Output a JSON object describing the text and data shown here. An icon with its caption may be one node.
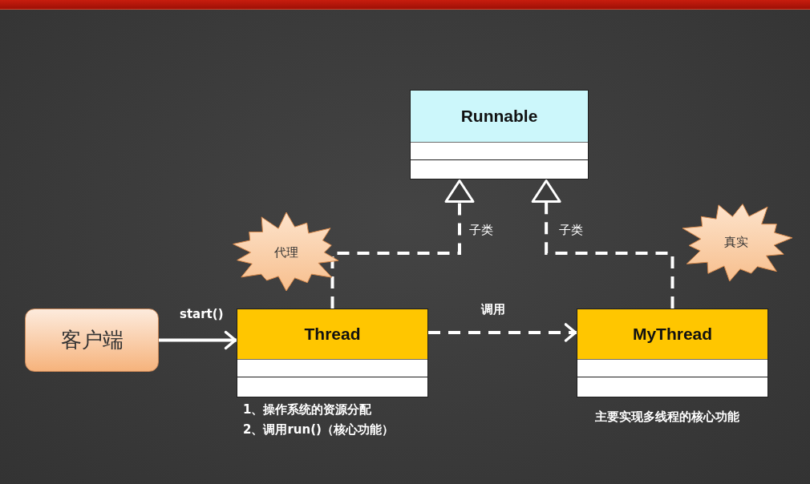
{
  "diagram": {
    "nodes": [
      {
        "text": [
          "Runnable"
        ]
      },
      {
        "text": [
          "代理"
        ]
      },
      {
        "text": [
          "真实"
        ]
      },
      {
        "text": [
          "客户端"
        ]
      },
      {
        "text": [
          "Thread"
        ],
        "beside": [
          "1、操作系统的资源分配",
          "2、调用run()（核心功能）"
        ]
      },
      {
        "text": [
          "MyThread"
        ],
        "beside": [
          "主要实现多线程的核心功能"
        ]
      }
    ],
    "edges": [
      {
        "from": 4,
        "to": 0,
        "arrow": "to",
        "label": "子类",
        "style": "dashed"
      },
      {
        "from": 5,
        "to": 0,
        "arrow": "to",
        "label": "子类",
        "style": "dashed"
      },
      {
        "from": 3,
        "to": 4,
        "arrow": "to",
        "label": "start()"
      },
      {
        "from": 4,
        "to": 5,
        "arrow": "to",
        "label": "调用",
        "style": "dashed"
      }
    ]
  }
}
